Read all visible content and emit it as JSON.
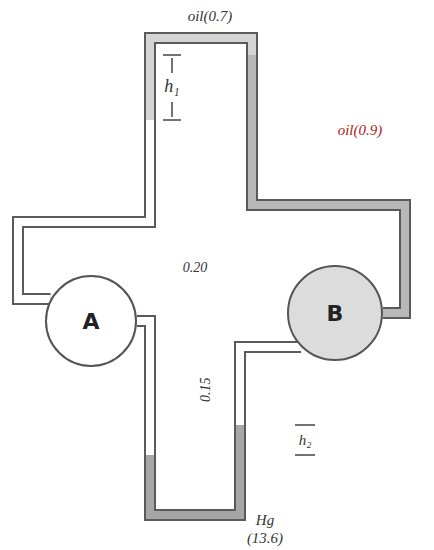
{
  "diagram": {
    "nodes": [
      {
        "text": [
          "A"
        ]
      },
      {
        "text": [
          "B"
        ]
      }
    ],
    "edges": [
      {
        "from": 0,
        "to": 1,
        "arrow": "none"
      },
      {
        "from": 0,
        "to": 1,
        "arrow": "none"
      }
    ],
    "labels": [
      "oil(0.7)",
      "oil(0.9)",
      "h₁",
      "0.20",
      "0.15",
      "h₂",
      "Hg",
      "(13.6)"
    ]
  }
}
